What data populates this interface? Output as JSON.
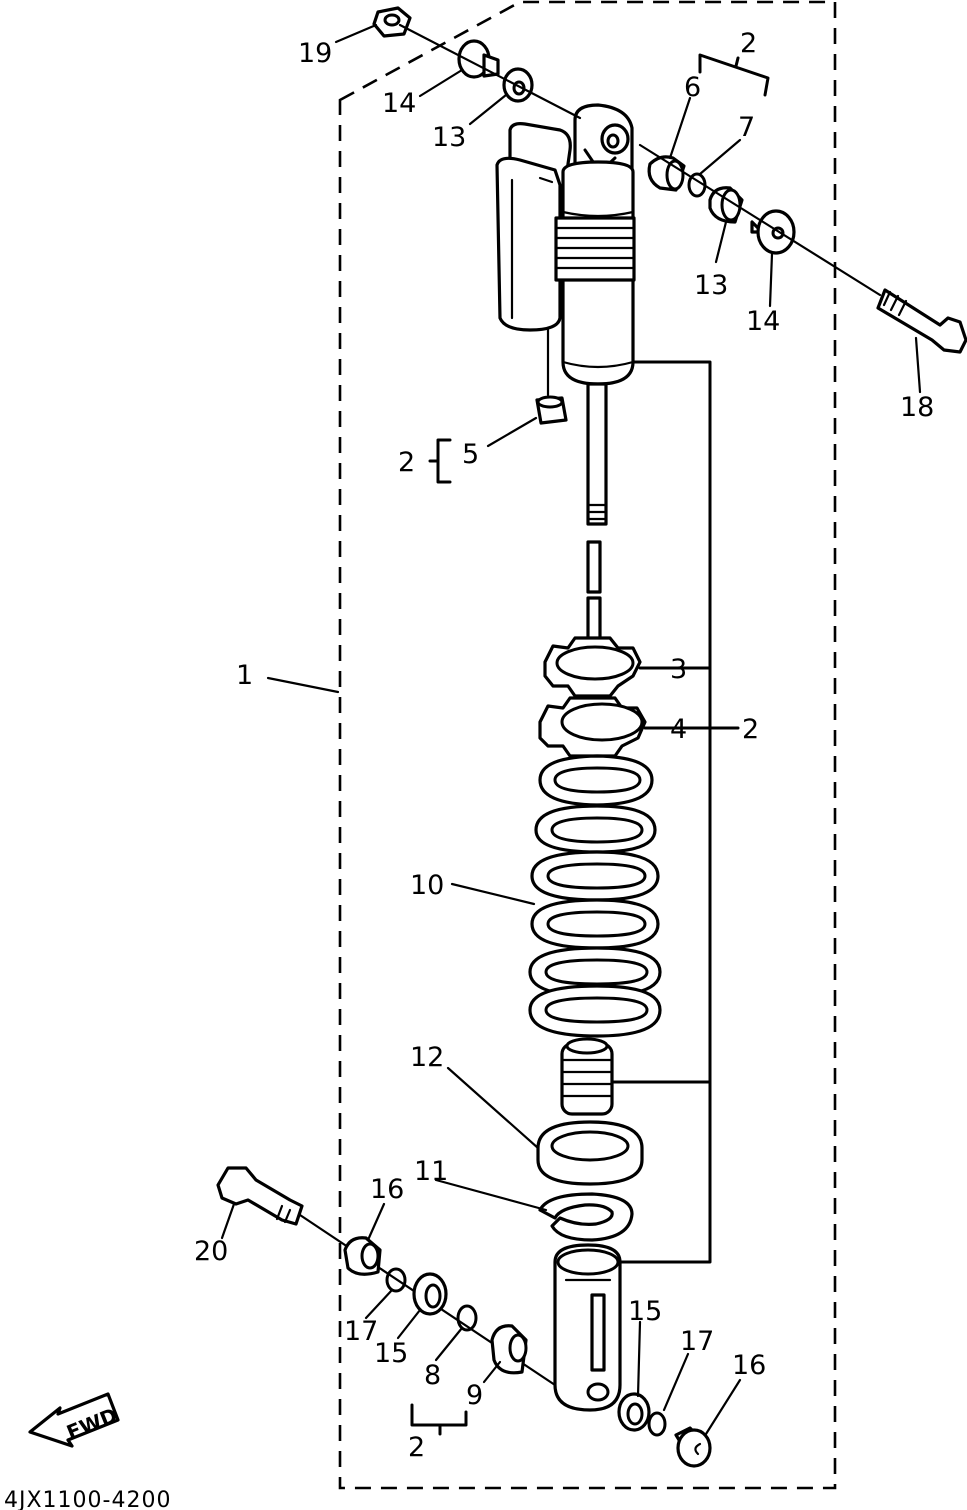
{
  "diagram": {
    "part_code": "4JX1100-4200",
    "fwd_label": "FWD",
    "callouts": [
      {
        "id": "c1",
        "text": "1"
      },
      {
        "id": "c2a",
        "text": "2"
      },
      {
        "id": "c2b",
        "text": "2"
      },
      {
        "id": "c2c",
        "text": "2"
      },
      {
        "id": "c2d",
        "text": "2"
      },
      {
        "id": "c3",
        "text": "3"
      },
      {
        "id": "c4",
        "text": "4"
      },
      {
        "id": "c5",
        "text": "5"
      },
      {
        "id": "c6",
        "text": "6"
      },
      {
        "id": "c7",
        "text": "7"
      },
      {
        "id": "c8",
        "text": "8"
      },
      {
        "id": "c9",
        "text": "9"
      },
      {
        "id": "c10",
        "text": "10"
      },
      {
        "id": "c11",
        "text": "11"
      },
      {
        "id": "c12",
        "text": "12"
      },
      {
        "id": "c13a",
        "text": "13"
      },
      {
        "id": "c13b",
        "text": "13"
      },
      {
        "id": "c14a",
        "text": "14"
      },
      {
        "id": "c14b",
        "text": "14"
      },
      {
        "id": "c15a",
        "text": "15"
      },
      {
        "id": "c15b",
        "text": "15"
      },
      {
        "id": "c16a",
        "text": "16"
      },
      {
        "id": "c16b",
        "text": "16"
      },
      {
        "id": "c17a",
        "text": "17"
      },
      {
        "id": "c17b",
        "text": "17"
      },
      {
        "id": "c18",
        "text": "18"
      },
      {
        "id": "c19",
        "text": "19"
      },
      {
        "id": "c20",
        "text": "20"
      }
    ]
  }
}
